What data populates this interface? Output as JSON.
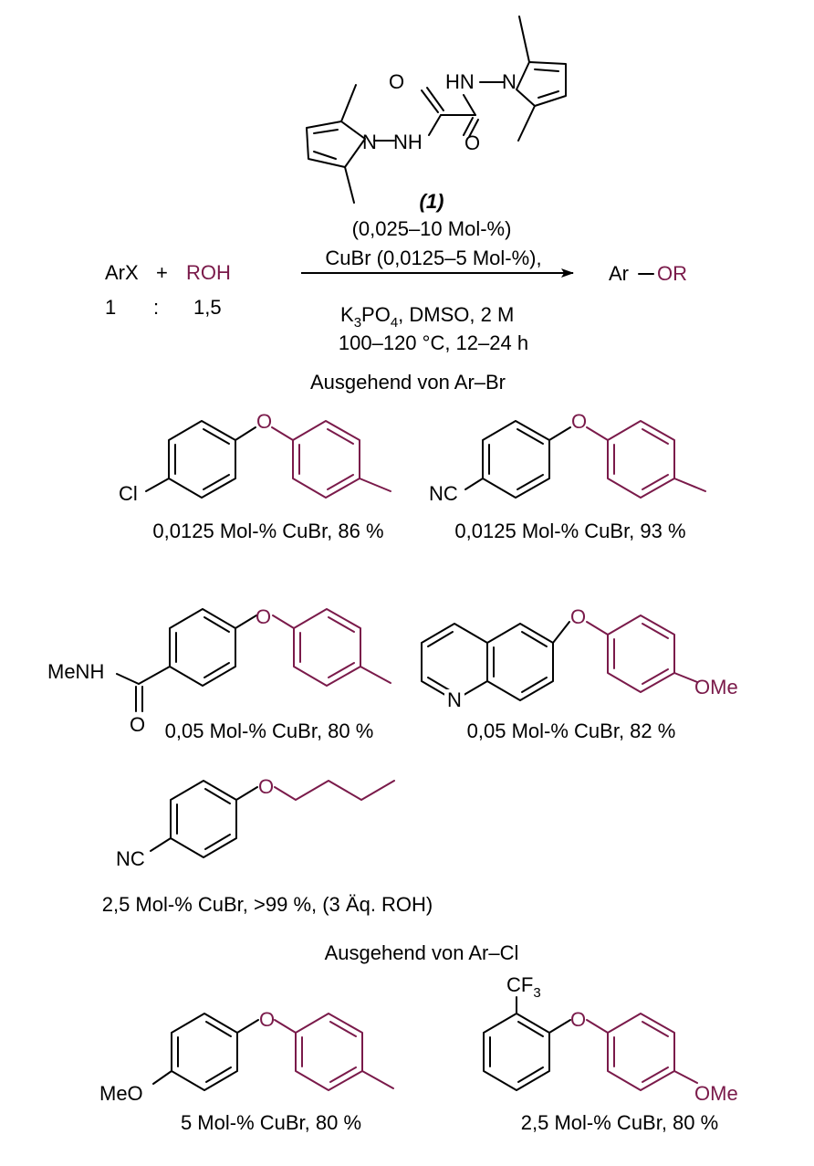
{
  "ligand": {
    "number": "(1)",
    "loading": "(0,025–10 Mol-%)",
    "atoms": {
      "o_top": "O",
      "hn": "HN",
      "n_right": "N",
      "n_left": "N",
      "nh": "NH",
      "o_bottom": "O"
    }
  },
  "reaction": {
    "arx": "ArX",
    "plus": "+",
    "roh": "ROH",
    "ratio_arx": "1",
    "ratio_sep": ":",
    "ratio_roh": "1,5",
    "conditions_1": "CuBr (0,0125–5 Mol-%),",
    "base_k": "K",
    "base_k_sub": "3",
    "base_po": "PO",
    "base_po_sub": "4",
    "base_rest": ", DMSO, 2 M",
    "conditions_3": "100–120 °C, 12–24 h",
    "product_ar": "Ar",
    "product_or": "OR"
  },
  "sections": {
    "from_arbr": "Ausgehend von Ar–Br",
    "from_arcl": "Ausgehend von Ar–Cl"
  },
  "products": [
    {
      "substituent": "Cl",
      "oxygen": "O",
      "caption": "0,0125 Mol-% CuBr, 86 %"
    },
    {
      "substituent": "NC",
      "oxygen": "O",
      "caption": "0,0125 Mol-% CuBr, 93 %"
    },
    {
      "substituent": "MeNH",
      "carbonyl": "O",
      "oxygen": "O",
      "caption": "0,05 Mol-% CuBr, 80 %"
    },
    {
      "ring_n": "N",
      "oxygen": "O",
      "substituent": "OMe",
      "caption": "0,05 Mol-% CuBr, 82 %"
    },
    {
      "substituent": "NC",
      "oxygen": "O",
      "caption": "2,5 Mol-% CuBr, >99 %, (3 Äq. ROH)"
    },
    {
      "substituent": "MeO",
      "oxygen": "O",
      "caption": "5 Mol-% CuBr, 80 %"
    },
    {
      "substituent_cf": "CF",
      "substituent_cf_sub": "3",
      "oxygen": "O",
      "substituent": "OMe",
      "caption": "2,5 Mol-% CuBr, 80 %"
    }
  ]
}
